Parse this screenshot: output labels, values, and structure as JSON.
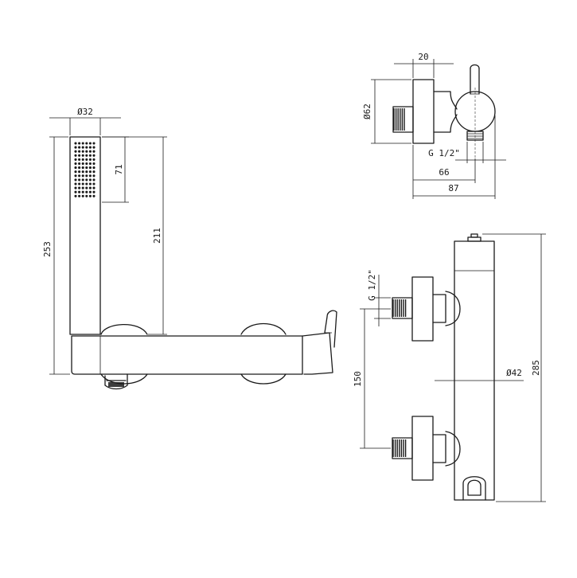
{
  "dimensions": {
    "handshower_diameter": "Ø32",
    "spray_face_height": "71",
    "handshower_top_height": "211",
    "overall_height": "253",
    "rosette_width": "20",
    "rosette_diameter": "Ø62",
    "thread_side": "G 1/2\"",
    "thread_front": "G 1/2\"",
    "depth_to_outlet": "66",
    "overall_depth": "87",
    "body_diameter": "Ø42",
    "connection_spacing": "150",
    "body_length": "285"
  },
  "colors": {
    "line": "#1a1a1a",
    "background": "#ffffff"
  }
}
